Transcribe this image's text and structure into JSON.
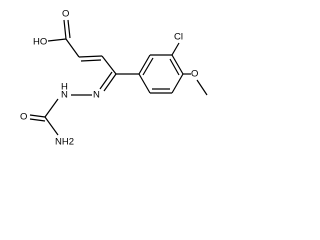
{
  "molecule": {
    "atoms": {
      "hydroxyl": "HO",
      "carbonyl_oxygen_acid": "O",
      "chlorine": "Cl",
      "methoxy_oxygen": "O",
      "hydrazone_n": "N",
      "hydrazone_nh": "N",
      "hydrazone_h": "H",
      "urea_oxygen": "O",
      "amine": "NH2"
    }
  }
}
